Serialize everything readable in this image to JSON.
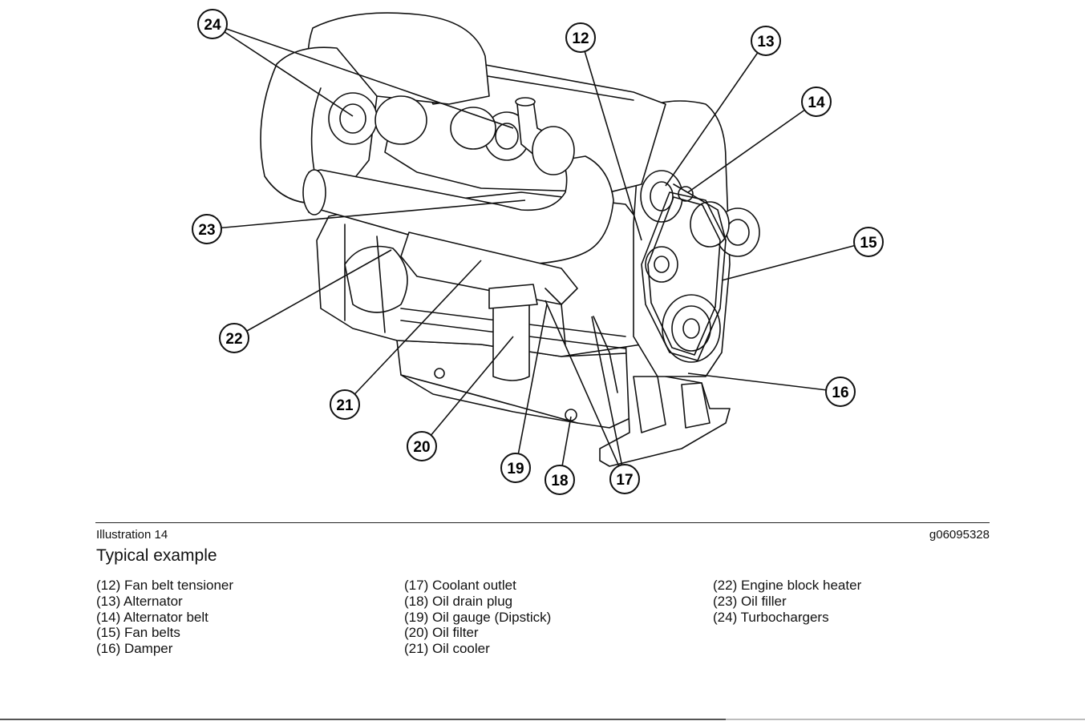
{
  "illustration": {
    "label": "Illustration 14",
    "id": "g06095328",
    "caption": "Typical example"
  },
  "callouts": [
    "12",
    "13",
    "14",
    "15",
    "16",
    "17",
    "18",
    "19",
    "20",
    "21",
    "22",
    "23",
    "24"
  ],
  "legend": {
    "col1": [
      "(12) Fan belt tensioner",
      "(13) Alternator",
      "(14) Alternator belt",
      "(15) Fan belts",
      "(16) Damper"
    ],
    "col2": [
      "(17) Coolant outlet",
      "(18) Oil drain plug",
      "(19) Oil gauge (Dipstick)",
      "(20) Oil filter",
      "(21) Oil cooler"
    ],
    "col3": [
      "(22) Engine block heater",
      "(23) Oil filler",
      "(24) Turbochargers"
    ]
  },
  "colors": {
    "ink": "#111111",
    "paper": "#ffffff",
    "shade": "#f2f2f2"
  }
}
